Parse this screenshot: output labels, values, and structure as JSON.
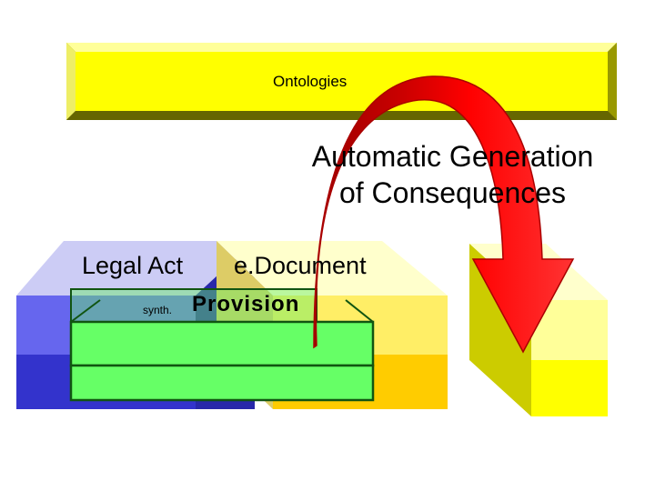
{
  "ontologies_box": {
    "label": "Ontologies"
  },
  "arrow_caption": {
    "line1": "Automatic Generation",
    "line2": "of Consequences"
  },
  "legal_act": {
    "label": "Legal Act"
  },
  "e_document": {
    "label": "e.Document"
  },
  "provision": {
    "prefix": "synth.",
    "label": "Provision"
  },
  "colors": {
    "ontology_fill": "#ffff00",
    "legal_act_block": "#3333cc",
    "e_document_block": "#ffcc00",
    "target_block": "#ffff00",
    "provision_block": "#66ff66",
    "arrow": "#ff0000"
  }
}
